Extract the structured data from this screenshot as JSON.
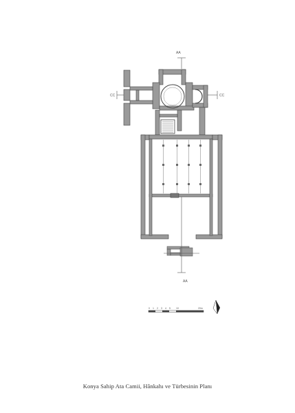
{
  "caption": "Konya Sahip Ata Camii, Hânkahı ve Türbesinin Planı",
  "section_labels": {
    "top": "AA",
    "bottom": "AA",
    "left": "CC",
    "right": "CC"
  },
  "scale_bar": {
    "ticks": [
      "0",
      "1",
      "2",
      "3",
      "4",
      "5",
      "10"
    ],
    "unit": "20m"
  },
  "colors": {
    "wall_fill": "#9a9a9a",
    "wall_stroke": "#444444",
    "line": "#555555"
  },
  "icons": {
    "north_arrow": "north-arrow-icon"
  }
}
